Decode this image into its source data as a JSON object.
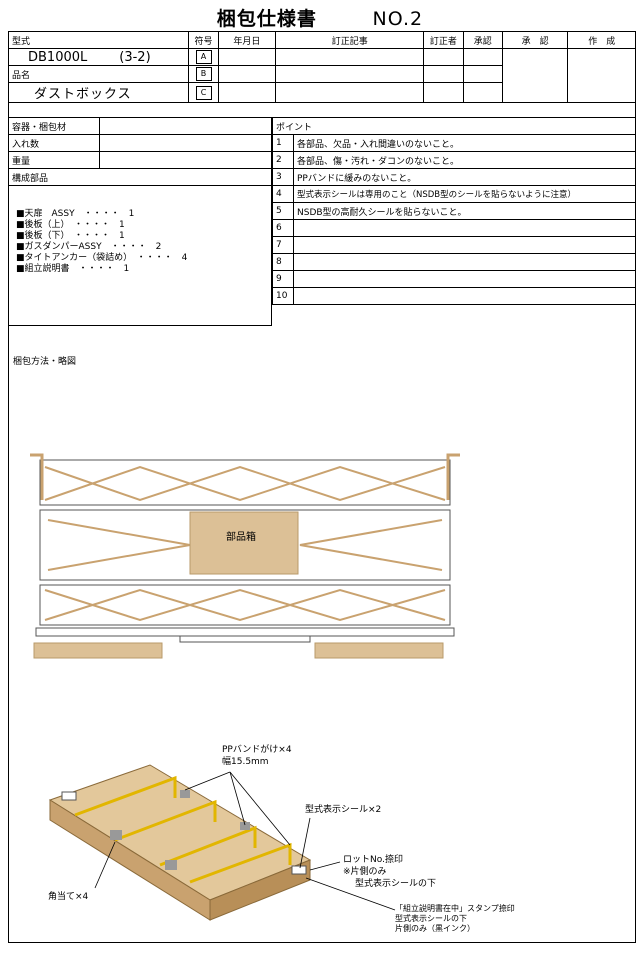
{
  "header": {
    "title": "梱包仕様書",
    "number": "NO.2"
  },
  "top_table": {
    "labels": {
      "model": "型式",
      "symbol": "符号",
      "date": "年月日",
      "revision": "訂正記事",
      "reviser": "訂正者",
      "approve_small": "承認",
      "approve": "承　認",
      "author": "作　成",
      "product": "品名"
    },
    "model_value": "DB1000L",
    "model_variant": "(3-2)",
    "product_value": "ダストボックス",
    "symbols": [
      "A",
      "B",
      "C"
    ]
  },
  "left_table": {
    "packaging_material": "容器・梱包材",
    "quantity": "入れ数",
    "weight": "重量",
    "components": "構成部品"
  },
  "components": [
    "■天扉　ASSY　・・・・　1",
    "■後板（上）　・・・・　1",
    "■後板（下）　・・・・　1",
    "■ガスダンパーASSY　・・・・　2",
    "■タイトアンカー（袋詰め）　・・・・　4",
    "■組立説明書　・・・・　1"
  ],
  "points": {
    "heading": "ポイント",
    "rows": [
      {
        "no": "1",
        "text": "各部品、欠品・入れ間違いのないこと。"
      },
      {
        "no": "2",
        "text": "各部品、傷・汚れ・ダコンのないこと。"
      },
      {
        "no": "3",
        "text": "PPバンドに緩みのないこと。"
      },
      {
        "no": "4",
        "text": "型式表示シールは専用のこと（NSDB型のシールを貼らないように注意）"
      },
      {
        "no": "5",
        "text": "NSDB型の高耐久シールを貼らないこと。"
      },
      {
        "no": "6",
        "text": ""
      },
      {
        "no": "7",
        "text": ""
      },
      {
        "no": "8",
        "text": ""
      },
      {
        "no": "9",
        "text": ""
      },
      {
        "no": "10",
        "text": ""
      }
    ]
  },
  "drawing": {
    "section_label": "梱包方法・略図",
    "parts_box": "部品箱",
    "pp_band": "PPバンドがけ×4",
    "band_width": "幅15.5mm",
    "model_seal": "型式表示シール×2",
    "lot_no": "ロットNo.捺印",
    "one_side": "※片側のみ",
    "under_seal": "型式表示シールの下",
    "corner": "角当て×4",
    "stamp_1": "「組立説明書在中」スタンプ捺印",
    "stamp_2": "型式表示シールの下",
    "stamp_3": "片側のみ（黒インク）",
    "colors": {
      "wood": "#dcc096",
      "wood_dark": "#c9a26f",
      "band": "#e2b600",
      "edge": "#7a5a30"
    }
  }
}
